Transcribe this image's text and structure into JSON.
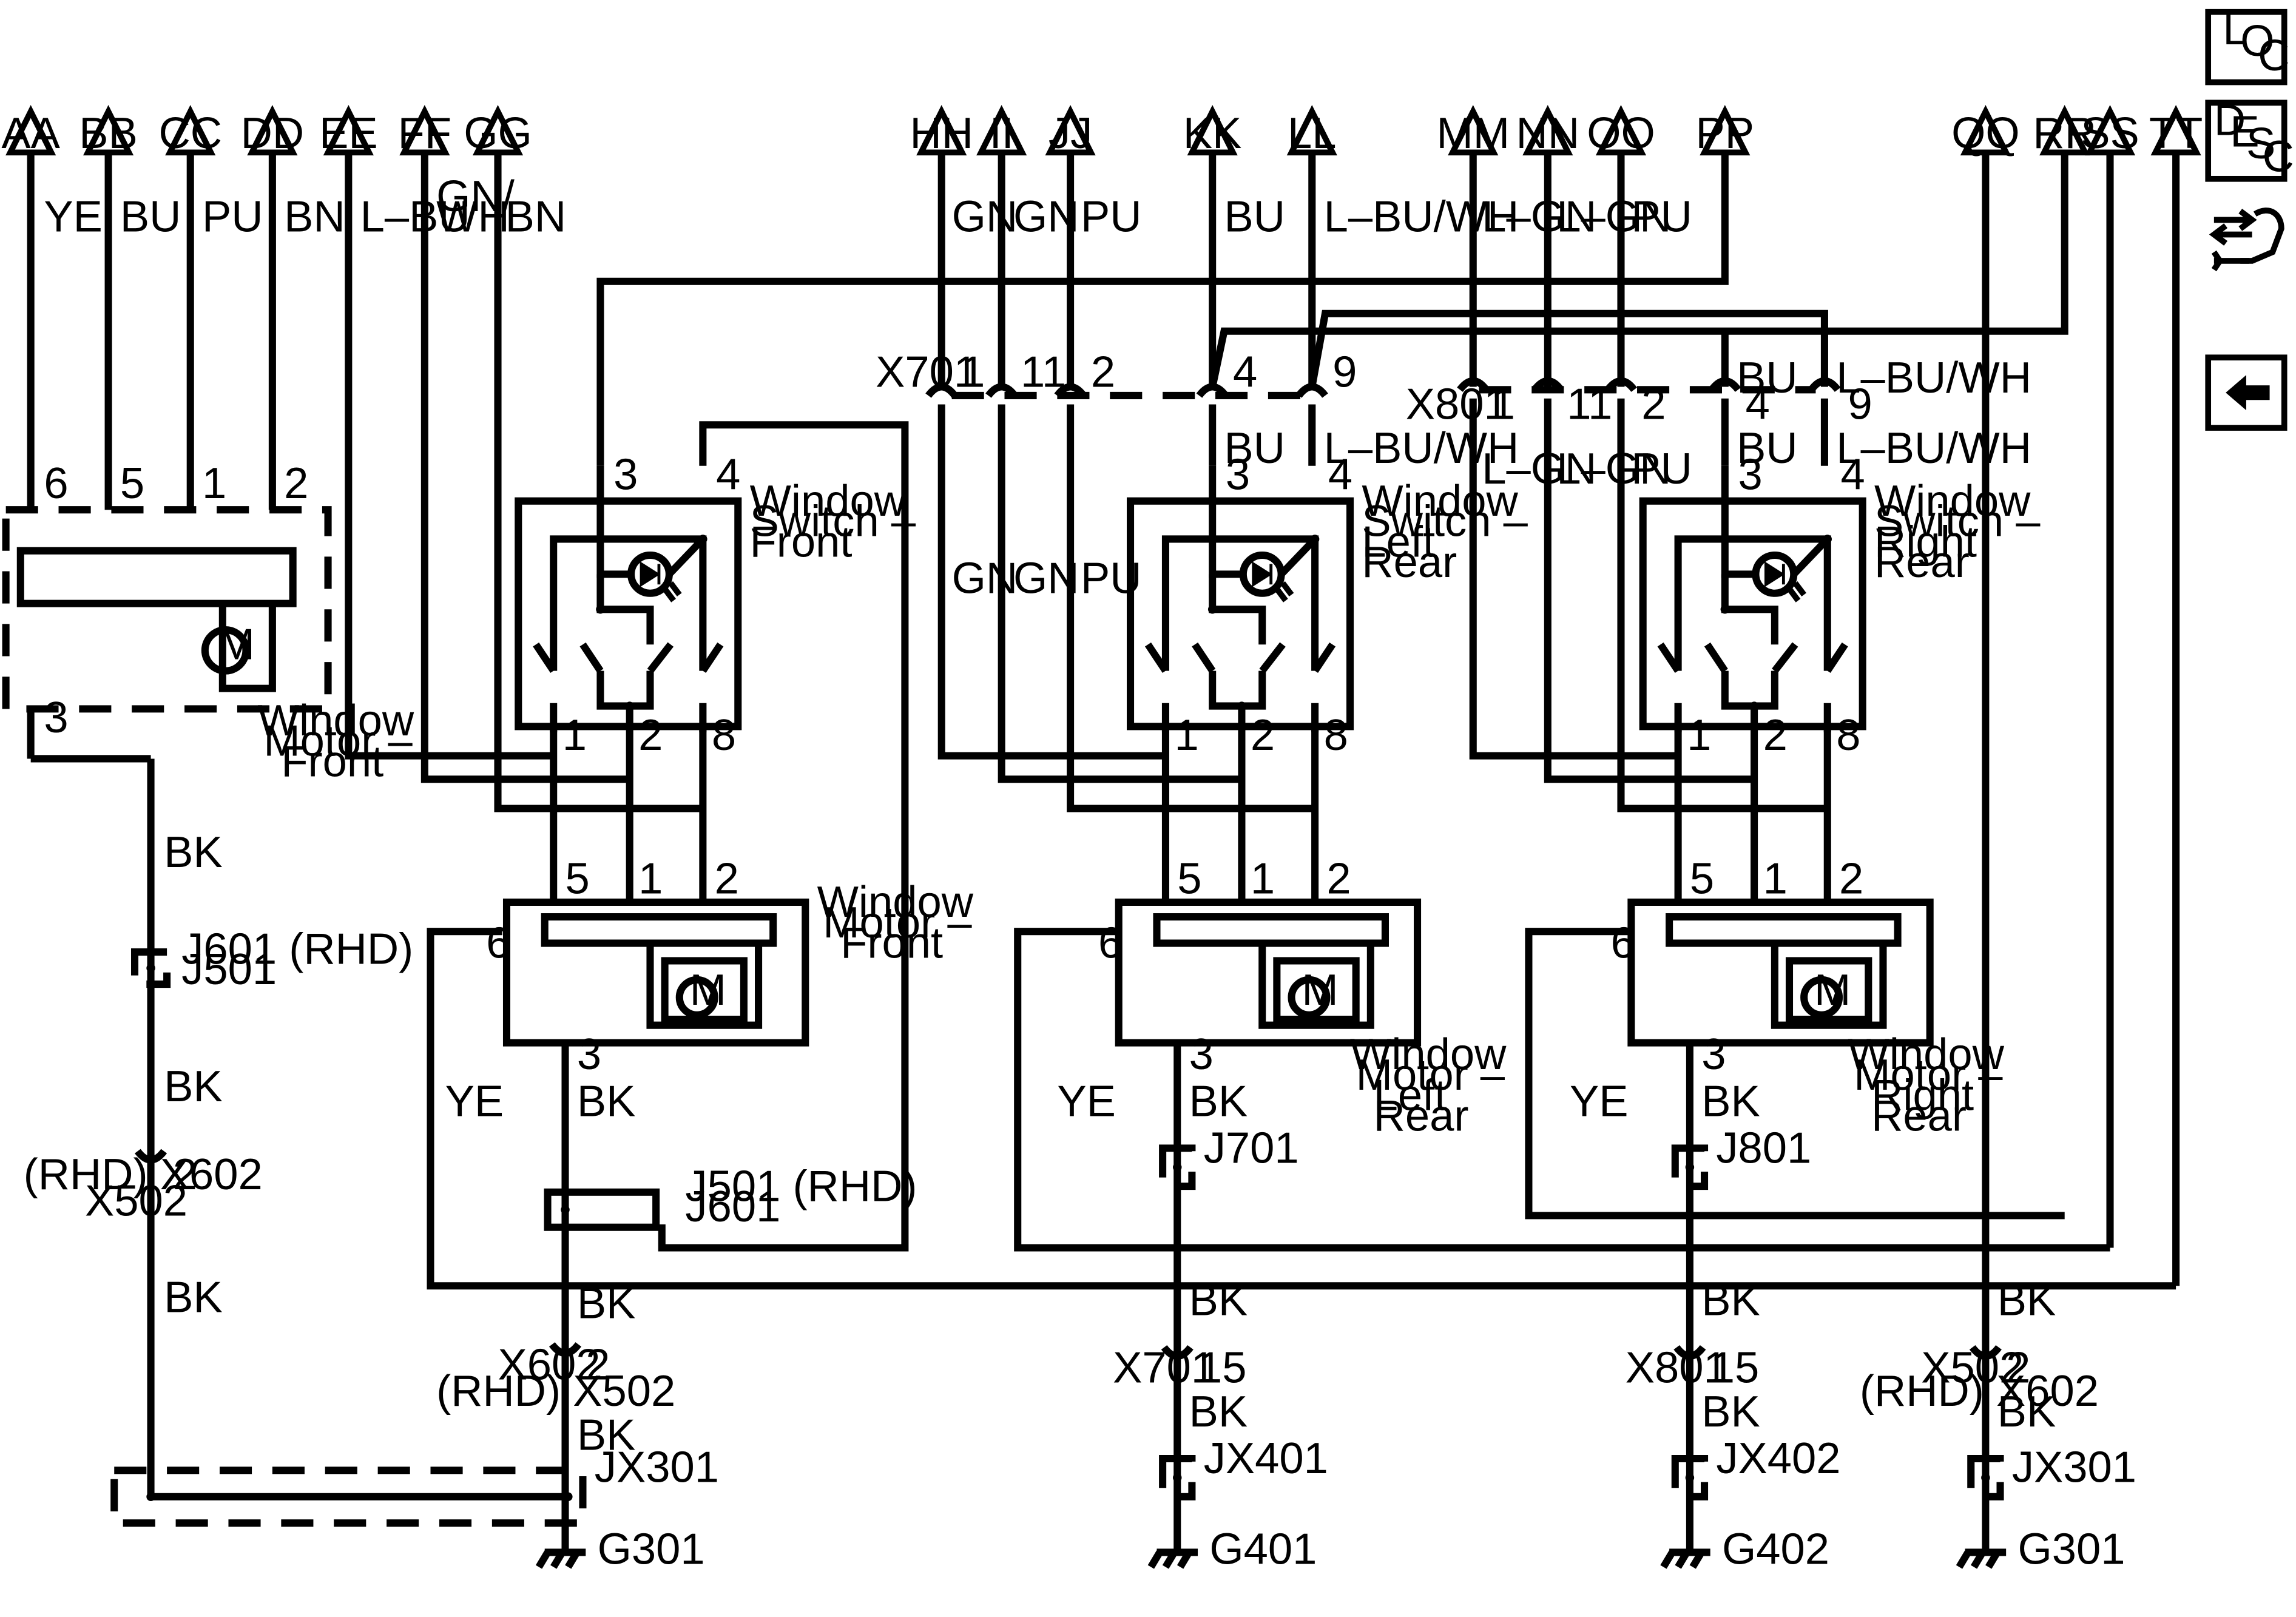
{
  "nav": {
    "loc": [
      "L",
      "O",
      "C"
    ],
    "desc": [
      "D",
      "E",
      "S",
      "C"
    ]
  },
  "tri_labels": [
    "AA",
    "BB",
    "CC",
    "DD",
    "EE",
    "FF",
    "GG",
    "HH",
    "II",
    "JJ",
    "KK",
    "LL",
    "MM",
    "NN",
    "OO",
    "PP",
    "QQ",
    "RR",
    "SS",
    "TT"
  ],
  "wire_colors_top": {
    "AA": "YE",
    "BB": "BU",
    "CC": "PU",
    "DD": "BN",
    "EE": "L–BU",
    "FF_1": "GN/",
    "FF_2": "WH",
    "GG": "BN",
    "HH": "GN",
    "II": "GN",
    "JJ": "PU",
    "KK": "BU",
    "LL": "L–BU/WH",
    "MM": "L–GN",
    "NN": "L–GN",
    "OO": "PU"
  },
  "front_door_motor": {
    "label": [
      "Window",
      "Motor –",
      "Front"
    ],
    "pins": [
      "6",
      "5",
      "1",
      "2",
      "3"
    ],
    "icon": "M",
    "ground_wire": "BK"
  },
  "left_ground": {
    "splice": [
      "J601 (RHD)",
      "J501"
    ],
    "connector": [
      "(RHD) X602",
      "X502"
    ],
    "connector_pin": "2",
    "wire_a": "BK",
    "wire_b": "BK",
    "wire_c": "BK"
  },
  "switch_front": {
    "label": [
      "Window",
      "Switch –",
      "Front"
    ],
    "pins_top": [
      "3",
      "4"
    ],
    "pins_bottom": [
      "1",
      "2",
      "8"
    ]
  },
  "motor_front": {
    "label": [
      "Window",
      "Motor –",
      "Front"
    ],
    "pins_top": [
      "5",
      "1",
      "2"
    ],
    "pin_side": "6",
    "pin_bottom": "3",
    "side_wire": "YE",
    "bottom_wire": "BK",
    "splice": [
      "J501 (RHD)",
      "J601"
    ],
    "connector": [
      "X602",
      "(RHD) X502"
    ],
    "connector_pin": "2",
    "wire_below": "BK",
    "wire_after": "BK",
    "ground_splice": "JX301",
    "ground": "G301"
  },
  "x701": {
    "name": "X701",
    "pins": [
      "1",
      "11",
      "2",
      "4",
      "9"
    ],
    "wires_below": [
      "GN",
      "GN",
      "PU"
    ],
    "wire_kk": "BU",
    "wire_ll": "L–BU/WH"
  },
  "switch_lr": {
    "label": [
      "Window",
      "Switch –",
      "Left",
      "Rear"
    ],
    "pins_top": [
      "3",
      "4"
    ],
    "pins_bottom": [
      "1",
      "2",
      "8"
    ]
  },
  "motor_lr": {
    "label": [
      "Window",
      "Motor –",
      "Left",
      "Rear"
    ],
    "pins_top": [
      "5",
      "1",
      "2"
    ],
    "pin_side": "6",
    "pin_bottom": "3",
    "side_wire": "YE",
    "bottom_wire": "BK",
    "splice": "J701",
    "wire_below": "BK",
    "connector": "X701",
    "connector_pin": "15",
    "wire_after": "BK",
    "ground_splice": "JX401",
    "ground": "G401"
  },
  "x801": {
    "name": "X801",
    "pins": [
      "1",
      "11",
      "2",
      "4",
      "9"
    ],
    "wire_bu_above": "BU",
    "wire_lbuwh_above": "L–BU/WH",
    "wires_below": [
      "L–GN",
      "L–GN",
      "PU",
      "BU",
      "L–BU/WH"
    ]
  },
  "switch_rr": {
    "label": [
      "Window",
      "Switch –",
      "Right",
      "Rear"
    ],
    "pins_top": [
      "3",
      "4"
    ],
    "pins_bottom": [
      "1",
      "2",
      "8"
    ]
  },
  "motor_rr": {
    "label": [
      "Window",
      "Motor –",
      "Right",
      "Rear"
    ],
    "pins_top": [
      "5",
      "1",
      "2"
    ],
    "pin_side": "6",
    "pin_bottom": "3",
    "side_wire": "YE",
    "bottom_wire": "BK",
    "splice": "J801",
    "wire_below": "BK",
    "connector": "X801",
    "connector_pin": "15",
    "wire_after": "BK",
    "ground_splice": "JX402",
    "ground": "G402"
  },
  "right_ground": {
    "wire": "BK",
    "connector": [
      "X502",
      "(RHD) X602"
    ],
    "connector_pin": "2",
    "wire_after": "BK",
    "ground_splice": "JX301",
    "ground": "G301"
  }
}
